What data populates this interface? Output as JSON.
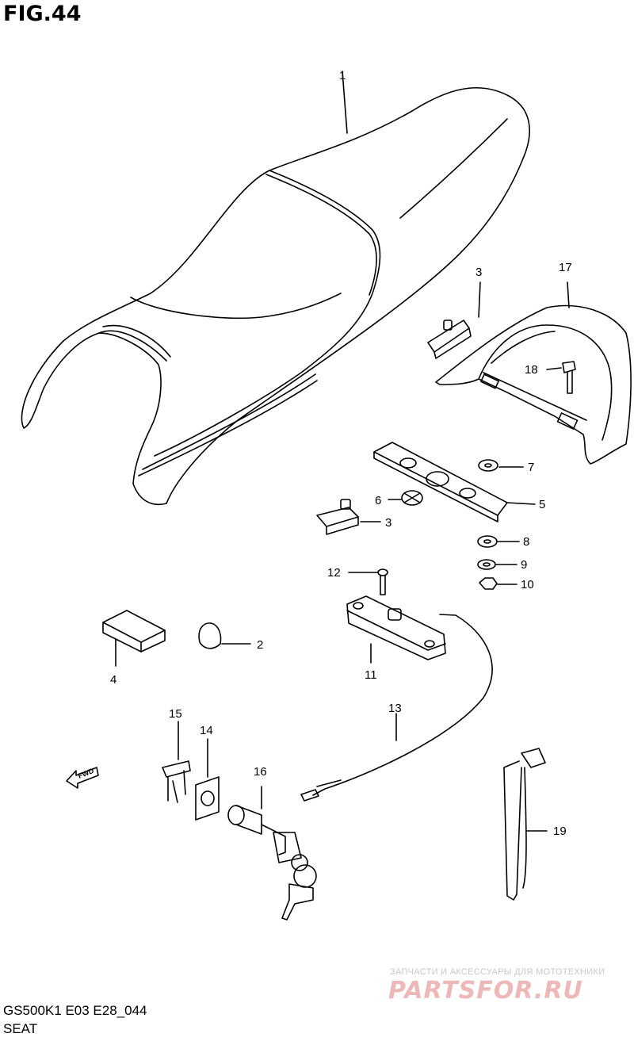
{
  "figure": {
    "title": "FIG.44",
    "model_code": "GS500K1  E03  E28_044",
    "section_name": "SEAT"
  },
  "direction_marker": {
    "label": "FWD"
  },
  "callouts": [
    {
      "id": "c1",
      "number": "1"
    },
    {
      "id": "c2",
      "number": "2"
    },
    {
      "id": "c3a",
      "number": "3"
    },
    {
      "id": "c3b",
      "number": "3"
    },
    {
      "id": "c4",
      "number": "4"
    },
    {
      "id": "c5",
      "number": "5"
    },
    {
      "id": "c6",
      "number": "6"
    },
    {
      "id": "c7",
      "number": "7"
    },
    {
      "id": "c8",
      "number": "8"
    },
    {
      "id": "c9",
      "number": "9"
    },
    {
      "id": "c10",
      "number": "10"
    },
    {
      "id": "c11",
      "number": "11"
    },
    {
      "id": "c12",
      "number": "12"
    },
    {
      "id": "c13",
      "number": "13"
    },
    {
      "id": "c14",
      "number": "14"
    },
    {
      "id": "c15",
      "number": "15"
    },
    {
      "id": "c16",
      "number": "16"
    },
    {
      "id": "c17",
      "number": "17"
    },
    {
      "id": "c18",
      "number": "18"
    },
    {
      "id": "c19",
      "number": "19"
    }
  ],
  "watermark": {
    "subtitle": "ЗАПЧАСТИ И АКСЕССУАРЫ ДЛЯ МОТОТЕХНИКИ",
    "brand": "PARTSFOR.RU"
  },
  "colors": {
    "line": "#000000",
    "background": "#ffffff",
    "watermark": "#efb8b8"
  }
}
